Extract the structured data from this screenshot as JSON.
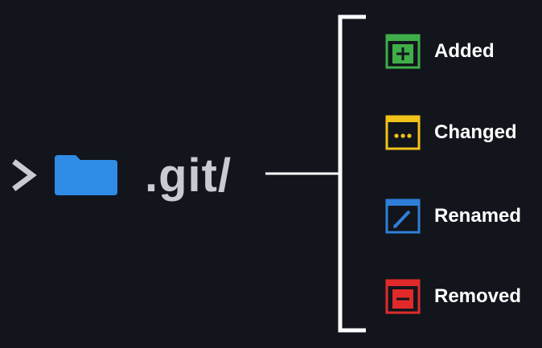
{
  "path": {
    "prefix_icon": "chevron-right-icon",
    "folder_icon": "folder-icon",
    "folder_color": "#2f8be6",
    "label": ".git/"
  },
  "statuses": [
    {
      "label": "Added",
      "icon": "add-square-icon",
      "color": "#3fae49"
    },
    {
      "label": "Changed",
      "icon": "ellipsis-square-icon",
      "color": "#f2c21b"
    },
    {
      "label": "Renamed",
      "icon": "pencil-square-icon",
      "color": "#2f7fd8"
    },
    {
      "label": "Removed",
      "icon": "minus-square-icon",
      "color": "#e02a2a"
    }
  ]
}
